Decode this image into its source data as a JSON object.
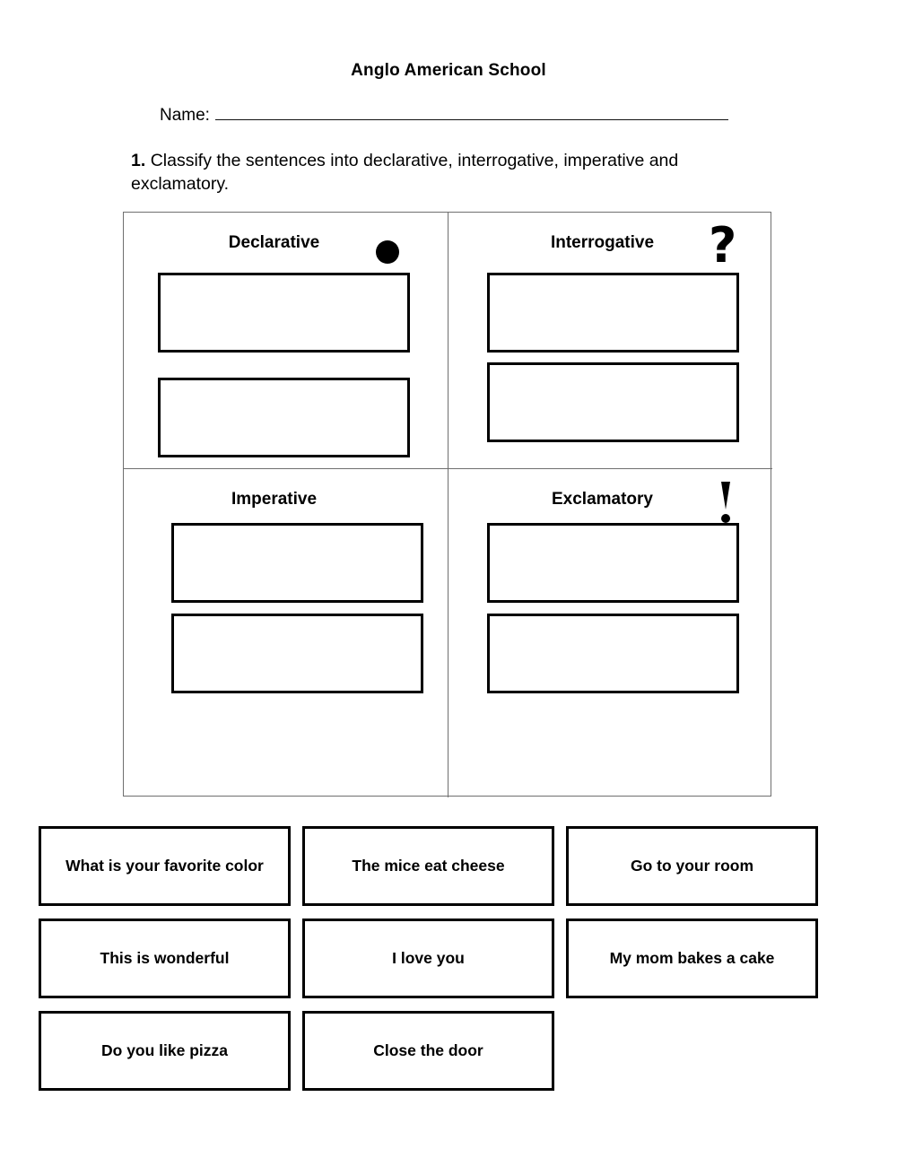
{
  "header": {
    "school_title": "Anglo American School",
    "name_label": "Name:"
  },
  "instruction": {
    "number": "1.",
    "text": "Classify the sentences into declarative, interrogative, imperative and exclamatory."
  },
  "classification_grid": {
    "quadrants": [
      {
        "title": "Declarative",
        "icon": "period-icon",
        "answer_boxes": [
          "",
          ""
        ]
      },
      {
        "title": "Interrogative",
        "icon": "question-mark-icon",
        "answer_boxes": [
          "",
          ""
        ]
      },
      {
        "title": "Imperative",
        "icon": "none",
        "answer_boxes": [
          "",
          ""
        ]
      },
      {
        "title": "Exclamatory",
        "icon": "exclamation-mark-icon",
        "answer_boxes": [
          "",
          ""
        ]
      }
    ]
  },
  "sentence_cards": {
    "rows": [
      [
        "What is your favorite color",
        "The mice eat cheese",
        "Go to your room"
      ],
      [
        "This is wonderful",
        "I love you",
        "My mom bakes a cake"
      ],
      [
        "Do you like pizza",
        "Close the door"
      ]
    ]
  },
  "colors": {
    "ink": "#000000",
    "grid_line": "#6f6f6f",
    "page_background": "#ffffff"
  }
}
